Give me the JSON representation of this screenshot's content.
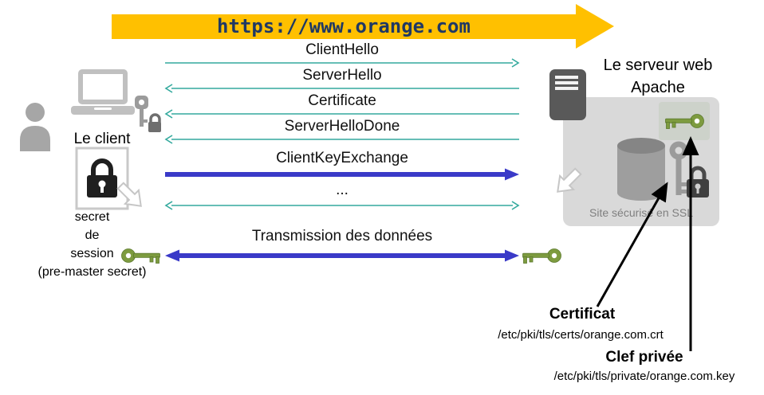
{
  "banner": {
    "url": "https://www.orange.com"
  },
  "messages": [
    {
      "label": "ClientHello",
      "from": "client",
      "to": "server",
      "style": "thin"
    },
    {
      "label": "ServerHello",
      "from": "server",
      "to": "client",
      "style": "thin"
    },
    {
      "label": "Certificate",
      "from": "server",
      "to": "client",
      "style": "thin"
    },
    {
      "label": "ServerHelloDone",
      "from": "server",
      "to": "client",
      "style": "thin"
    },
    {
      "label": "ClientKeyExchange",
      "from": "client",
      "to": "server",
      "style": "thick"
    },
    {
      "label": "...",
      "from": "both",
      "to": "both",
      "style": "thin"
    },
    {
      "label": "Transmission des données",
      "from": "both",
      "to": "both",
      "style": "thick"
    }
  ],
  "client": {
    "label": "Le client",
    "secret_lines": [
      "secret",
      "de",
      "session",
      "(pre-master secret)"
    ]
  },
  "server": {
    "label_line1": "Le serveur web",
    "label_line2": "Apache",
    "ssl_caption": "Site sécurisé en SSL"
  },
  "annotations": {
    "certificat_title": "Certificat",
    "certificat_path": "/etc/pki/tls/certs/orange.com.crt",
    "clef_title": "Clef privée",
    "clef_path": "/etc/pki/tls/private/orange.com.key"
  },
  "icons": {
    "user-icon": "person silhouette",
    "laptop-icon": "laptop computer",
    "key-lock-icon": "small key with padlock",
    "document-lock-icon": "document with black padlock",
    "server-icon": "server tower",
    "database-icon": "database cylinder",
    "green-key-icon": "green session key",
    "gray-key-icon": "gray private key",
    "padlock-icon": "dark padlock",
    "white-arrow-icon": "white block arrow"
  },
  "colors": {
    "banner": "#FFC000",
    "banner_text": "#1F3864",
    "teal": "#33A99D",
    "blue": "#3A3AC8",
    "green_key": "#7D9B3F",
    "green_key_dark": "#5C7A2E",
    "box_gray": "#D9D9D9",
    "text_gray": "#7F7F7F"
  }
}
